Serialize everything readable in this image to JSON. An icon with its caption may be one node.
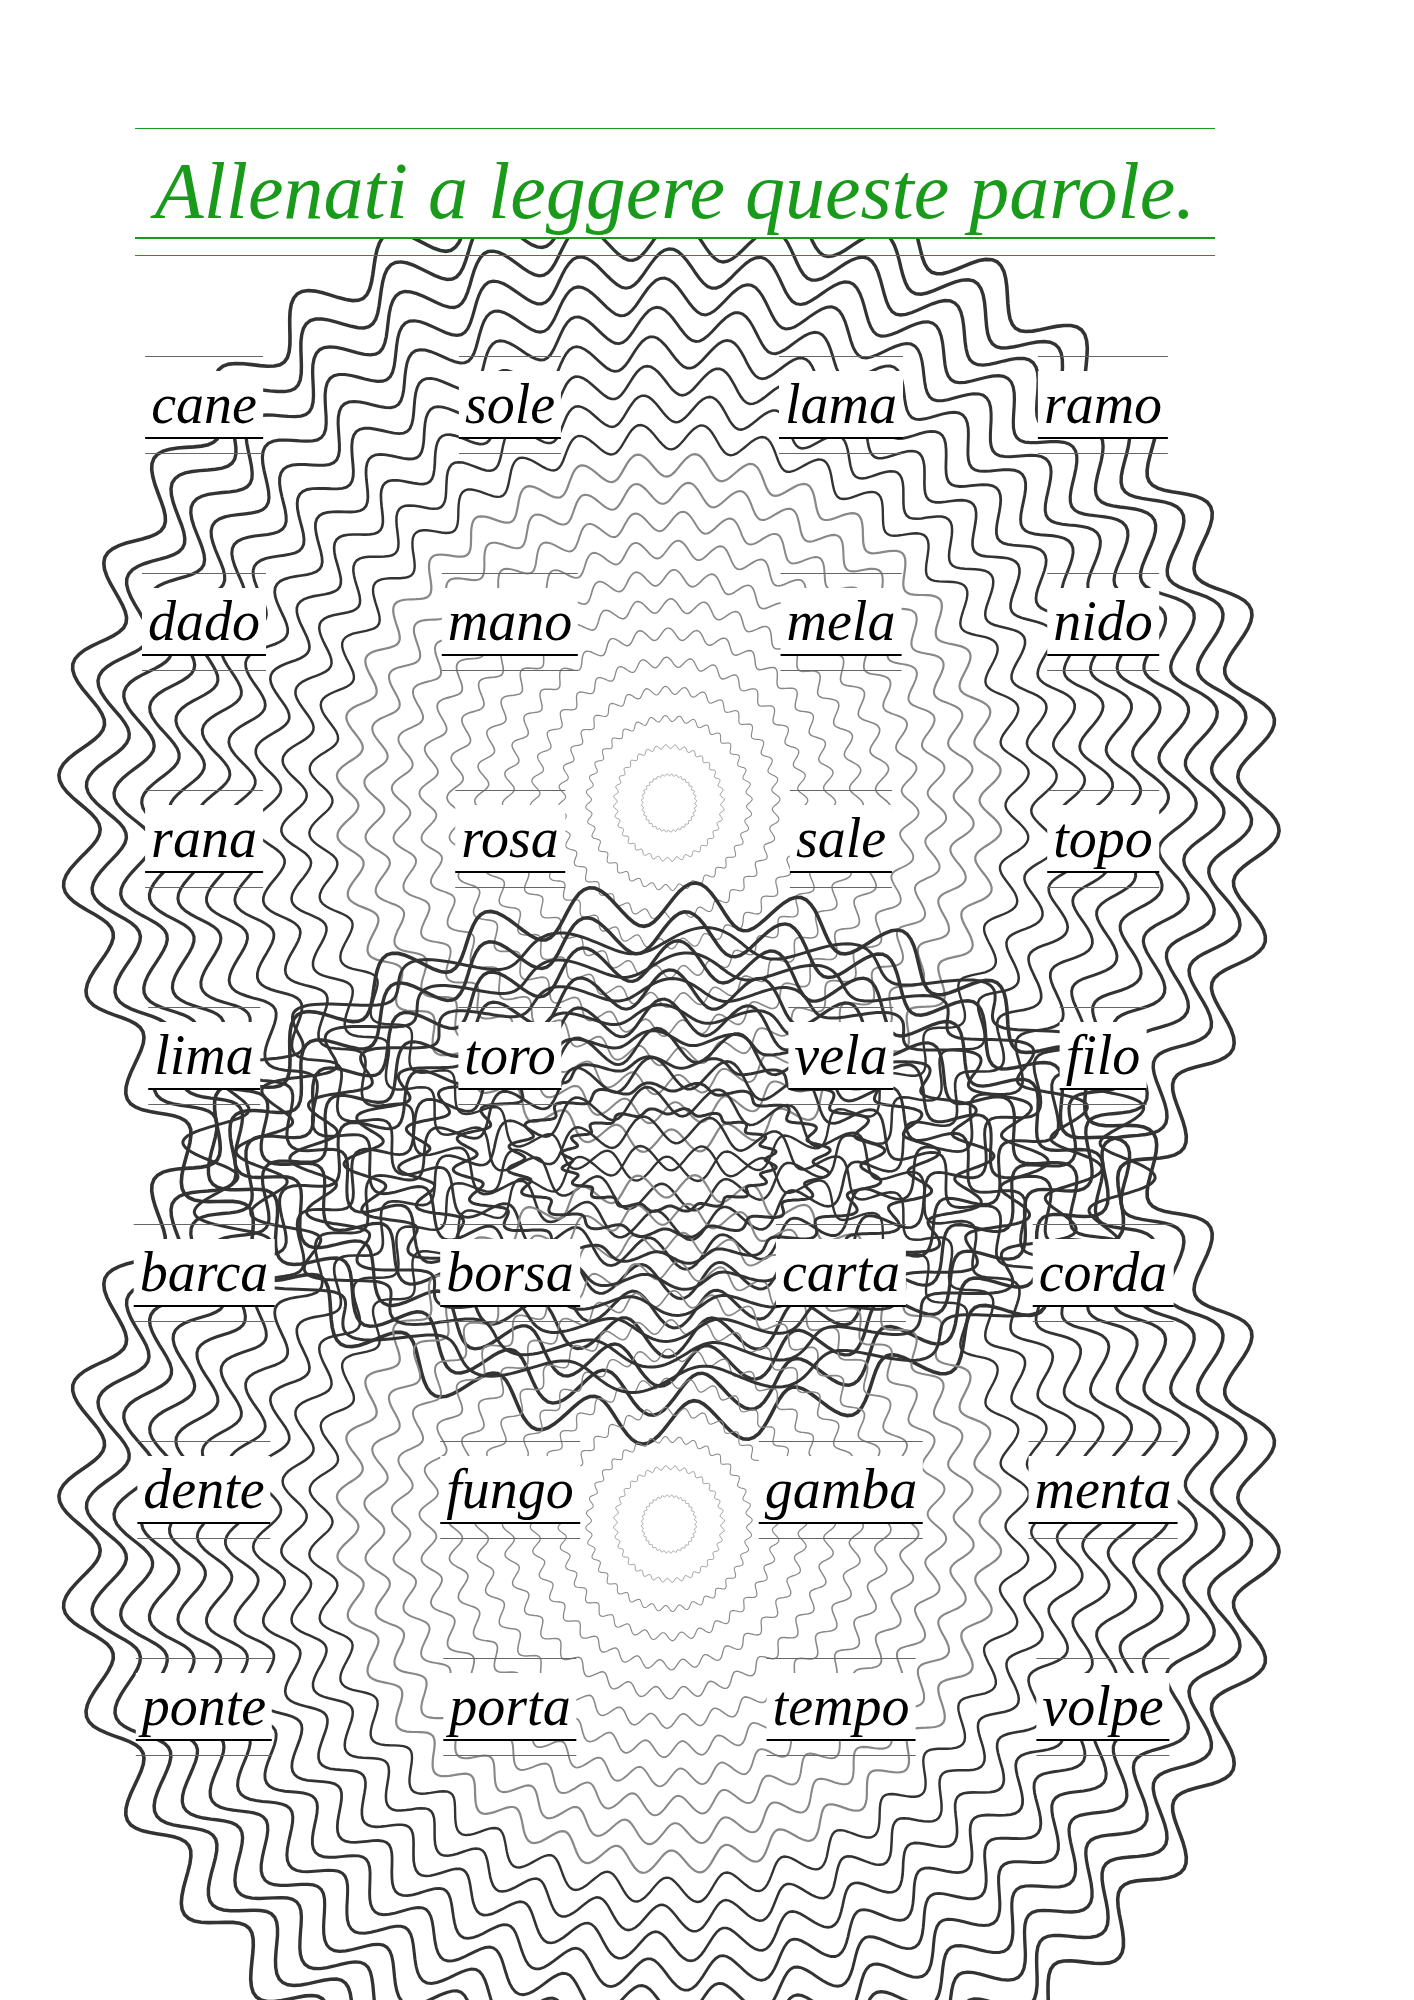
{
  "diagram": {
    "title": "Allenati a leggere queste parole.",
    "labels": [
      "cane",
      "sole",
      "lama",
      "ramo",
      "dado",
      "mano",
      "mela",
      "nido",
      "rana",
      "rosa",
      "sale",
      "topo",
      "lima",
      "toro",
      "vela",
      "filo",
      "barca",
      "borsa",
      "carta",
      "corda",
      "dente",
      "fungo",
      "gamba",
      "menta",
      "ponte",
      "porta",
      "tempo",
      "volpe"
    ]
  }
}
